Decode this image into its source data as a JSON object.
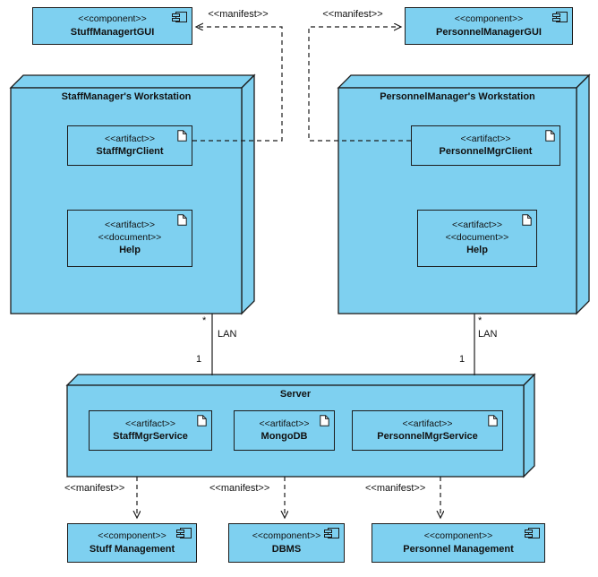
{
  "colors": {
    "shape_fill": "#7ED0F0",
    "shape_border": "#1c1c1c",
    "background": "#ffffff"
  },
  "components": [
    {
      "stereotype": "<<component>>",
      "name": "StuffManagertGUI"
    },
    {
      "stereotype": "<<component>>",
      "name": "PersonnelManagerGUI"
    },
    {
      "stereotype": "<<component>>",
      "name": "Stuff Management"
    },
    {
      "stereotype": "<<component>>",
      "name": "DBMS"
    },
    {
      "stereotype": "<<component>>",
      "name": "Personnel Management"
    }
  ],
  "nodes": [
    {
      "title": "StaffManager's Workstation"
    },
    {
      "title": "PersonnelManager's Workstation"
    },
    {
      "title": "Server"
    }
  ],
  "artifacts": [
    {
      "stereotype": "<<artifact>>",
      "name": "StaffMgrClient"
    },
    {
      "stereotype": "<<artifact>>",
      "stereotype2": "<<document>>",
      "name": "Help"
    },
    {
      "stereotype": "<<artifact>>",
      "name": "PersonnelMgrClient"
    },
    {
      "stereotype": "<<artifact>>",
      "stereotype2": "<<document>>",
      "name": "Help"
    },
    {
      "stereotype": "<<artifact>>",
      "name": "StaffMgrService"
    },
    {
      "stereotype": "<<artifact>>",
      "name": "MongoDB"
    },
    {
      "stereotype": "<<artifact>>",
      "name": "PersonnelMgrService"
    }
  ],
  "edge_labels": {
    "manifest": "<<manifest>>",
    "lan": "LAN",
    "many": "*",
    "one": "1"
  }
}
